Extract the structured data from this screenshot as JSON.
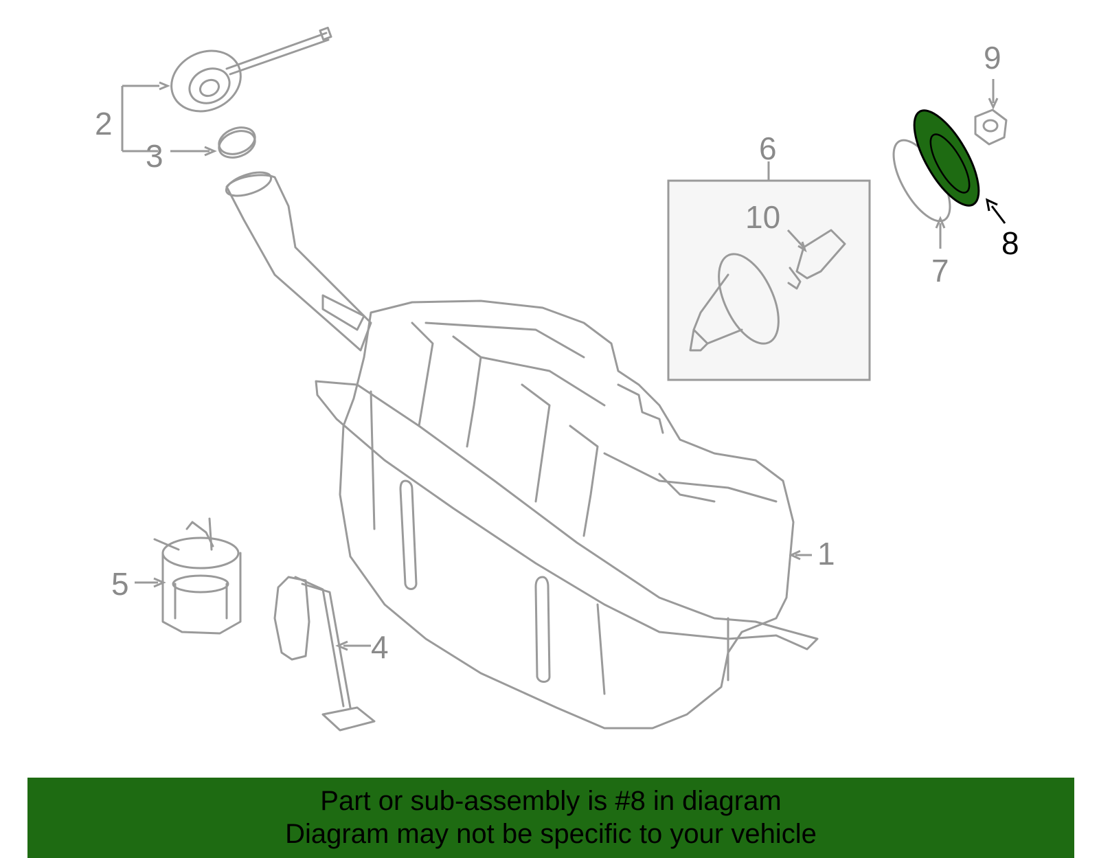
{
  "diagram": {
    "callouts": [
      {
        "id": "1",
        "label": "1"
      },
      {
        "id": "2",
        "label": "2"
      },
      {
        "id": "3",
        "label": "3"
      },
      {
        "id": "4",
        "label": "4"
      },
      {
        "id": "5",
        "label": "5"
      },
      {
        "id": "6",
        "label": "6"
      },
      {
        "id": "7",
        "label": "7"
      },
      {
        "id": "8",
        "label": "8",
        "highlighted": true
      },
      {
        "id": "9",
        "label": "9"
      },
      {
        "id": "10",
        "label": "10"
      }
    ],
    "highlight_color": "#1e6b12",
    "line_color": "#9a9a9a"
  },
  "footer": {
    "line1": "Part or sub-assembly is #8 in diagram",
    "line2": "Diagram may not be specific to your vehicle",
    "background_color": "#1e6b12"
  }
}
